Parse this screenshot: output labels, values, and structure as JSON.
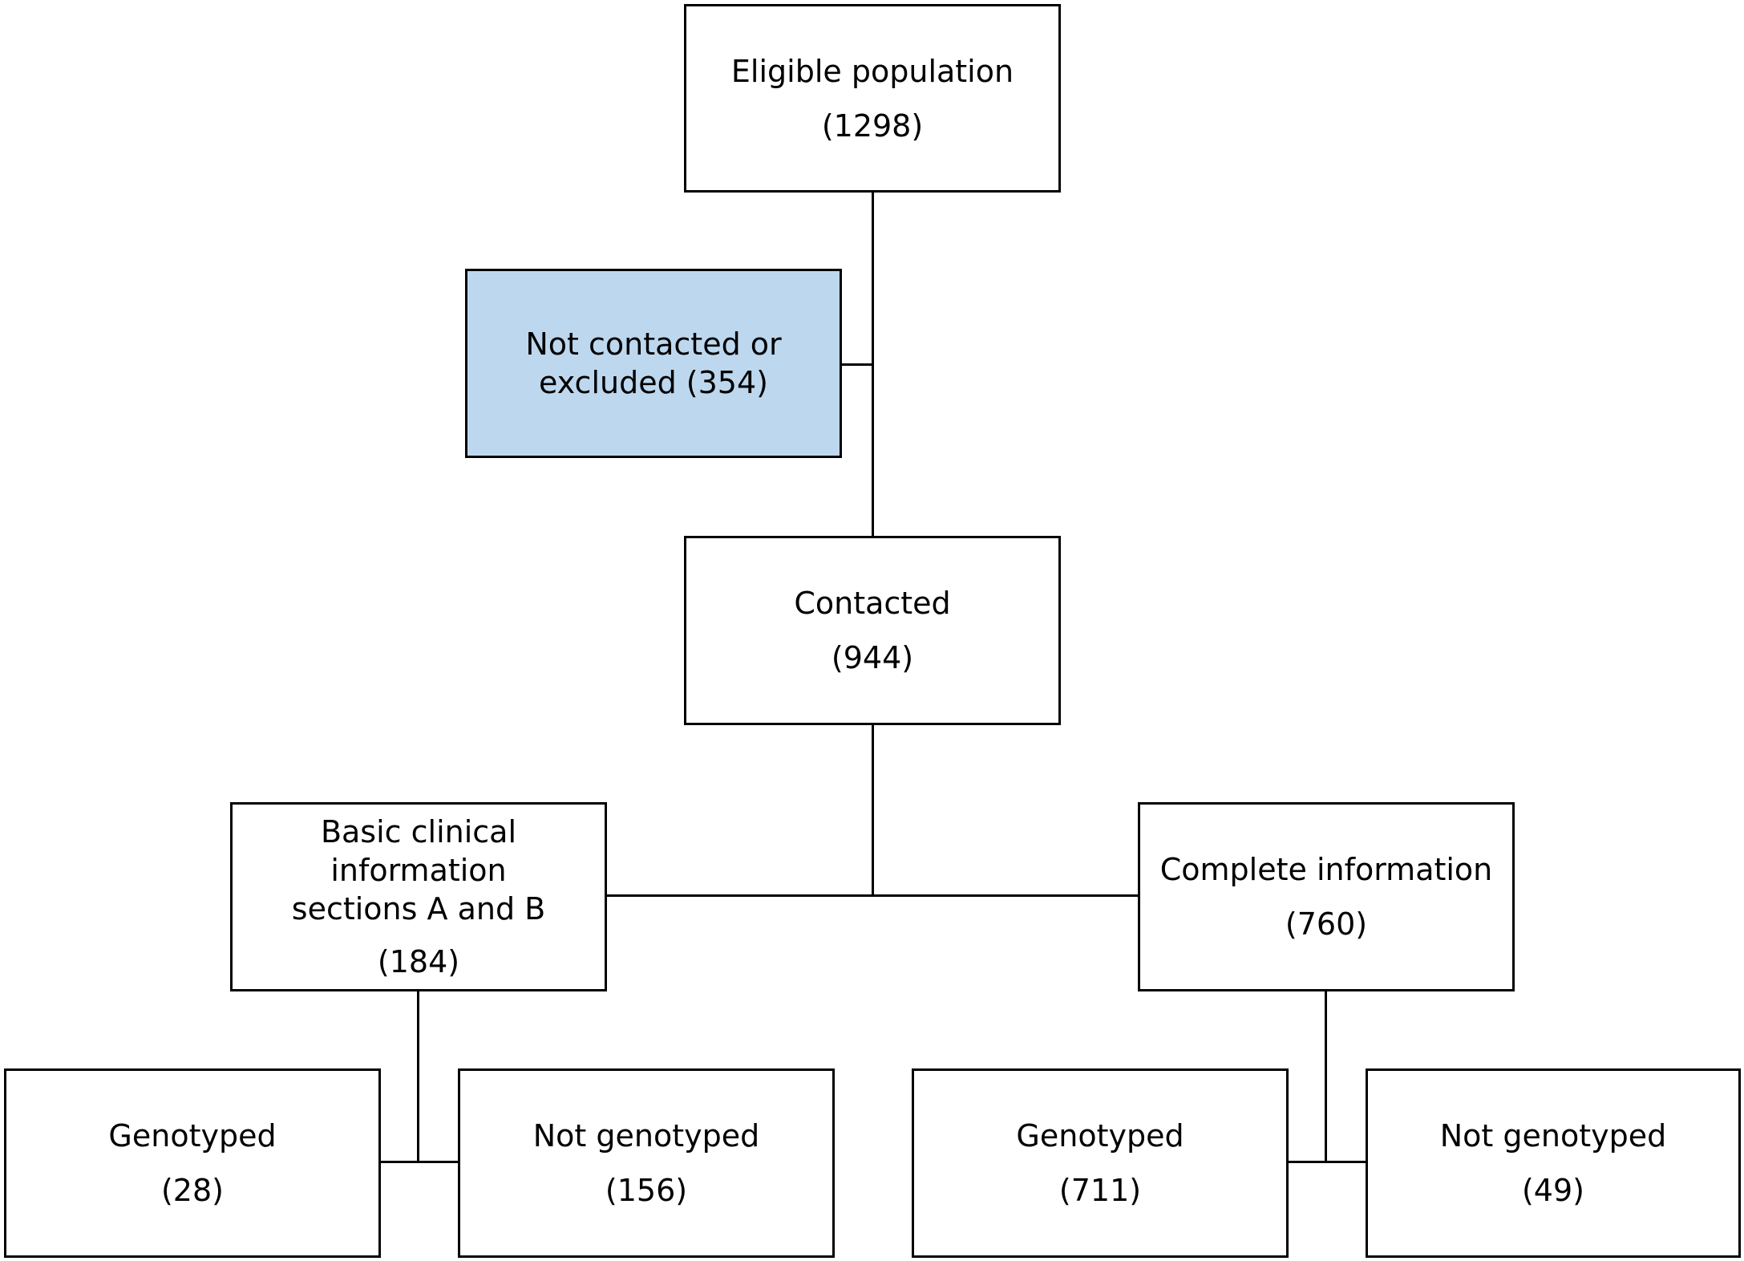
{
  "eligible": {
    "label": "Eligible population",
    "count": "(1298)"
  },
  "excluded": {
    "label_line1": "Not contacted or",
    "label_line2": "excluded (354)",
    "fill": "#bdd7ee"
  },
  "contacted": {
    "label": "Contacted",
    "count": "(944)"
  },
  "basic": {
    "label_line1": "Basic clinical information",
    "label_line2": "sections A and B",
    "count": "(184)"
  },
  "complete": {
    "label": "Complete information",
    "count": "(760)"
  },
  "basic_genotyped": {
    "label": "Genotyped",
    "count": "(28)"
  },
  "basic_not_genotyped": {
    "label": "Not genotyped",
    "count": "(156)"
  },
  "complete_genotyped": {
    "label": "Genotyped",
    "count": "(711)"
  },
  "complete_not_genotyped": {
    "label": "Not genotyped",
    "count": "(49)"
  }
}
